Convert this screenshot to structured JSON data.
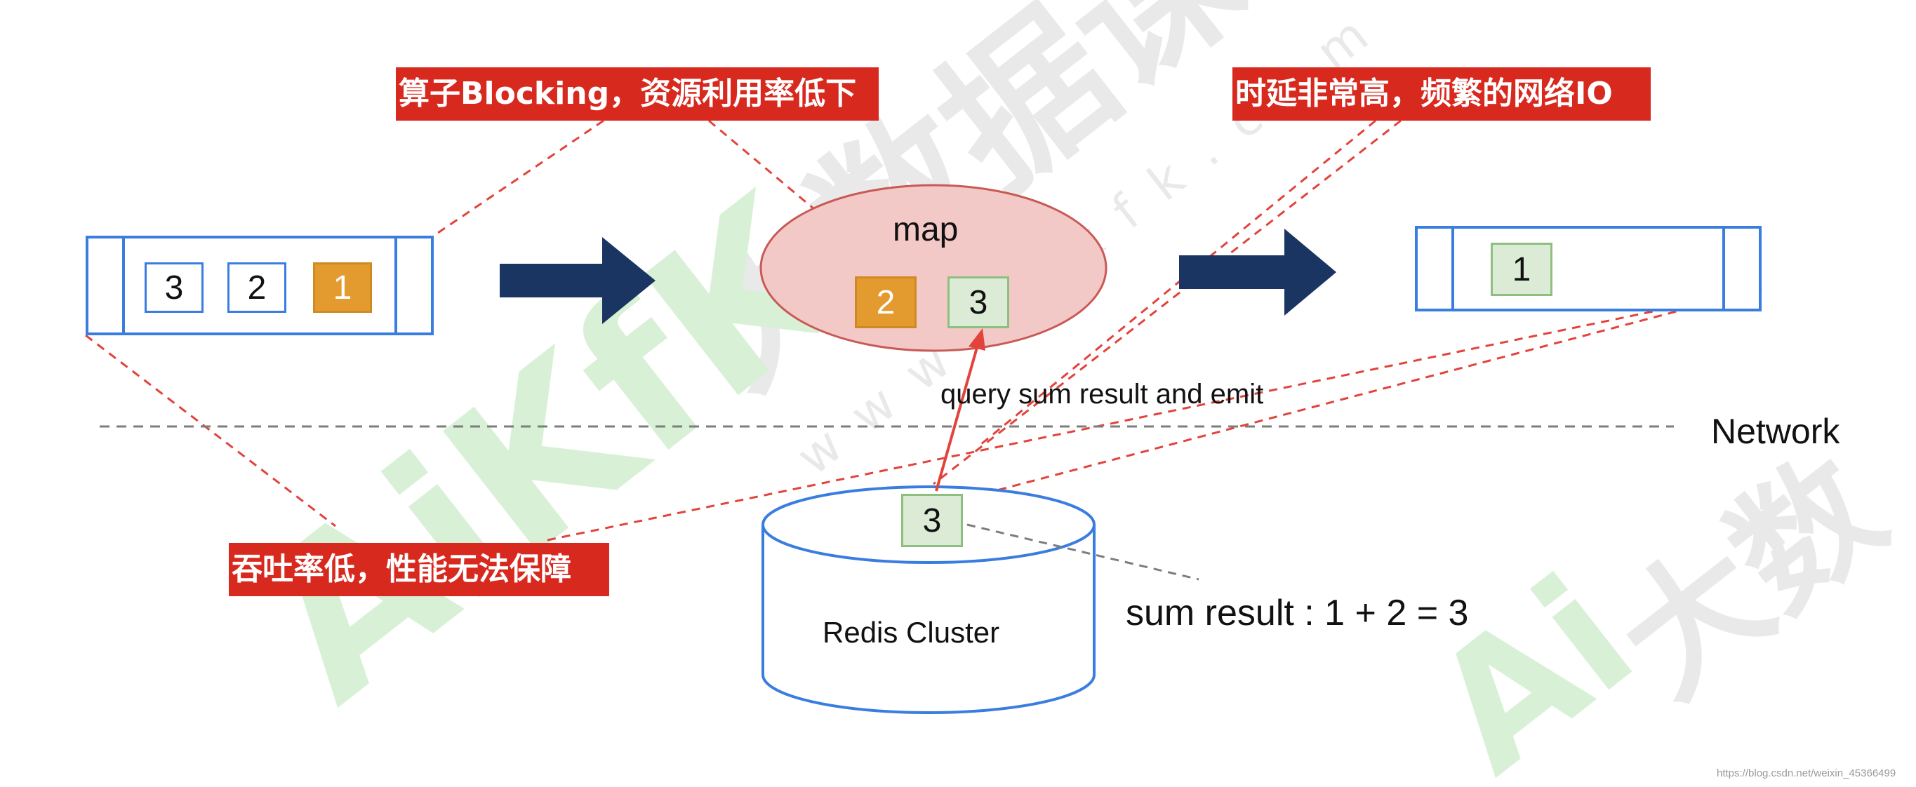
{
  "labels": {
    "blocking": "算子Blocking，资源利用率低下",
    "latency": "时延非常高，频繁的网络IO",
    "throughput": "吞吐率低，性能无法保障"
  },
  "map_label": "map",
  "input_queue": [
    "3",
    "2",
    "1"
  ],
  "map_items": [
    "2",
    "3"
  ],
  "output_queue": [
    "1"
  ],
  "redis": {
    "label": "Redis Cluster",
    "item": "3"
  },
  "query_label": "query sum result and emit",
  "network_label": "Network",
  "sum_result": "sum result : 1 + 2 = 3",
  "watermark": {
    "brand": "大数据课堂",
    "site": "www.aikfk.com",
    "logo": "AiKfK",
    "brand_small": "大数",
    "footer": "https://blog.csdn.net/weixin_45366499"
  },
  "colors": {
    "accent_blue": "#3a7de0",
    "arrow_navy": "#1a3562",
    "label_red": "#d8291f",
    "item_orange": "#e39a2e",
    "item_green": "#dcebd6",
    "ellipse_fill": "#f3c9c7",
    "ellipse_stroke": "#c85a55",
    "dashed_red": "#e2433b",
    "watermark_green": "#b9e6b5"
  }
}
